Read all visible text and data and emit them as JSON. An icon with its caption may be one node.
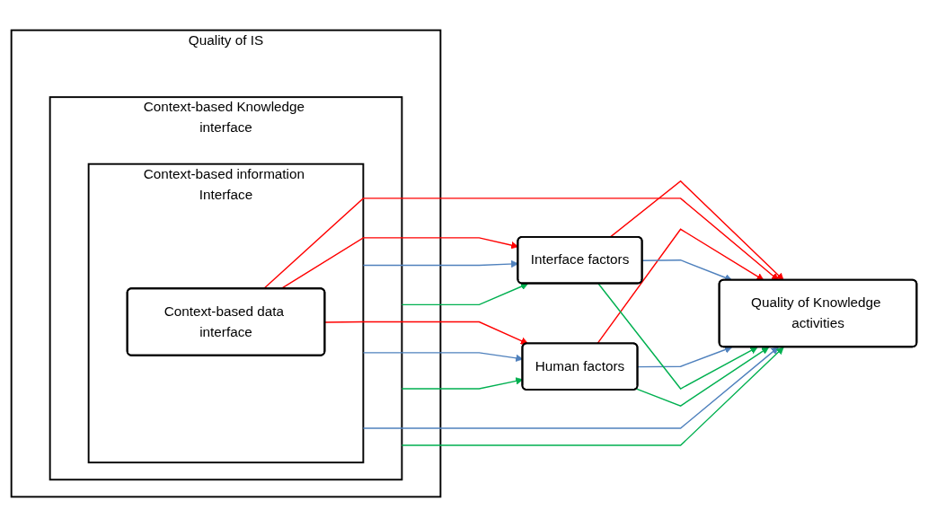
{
  "diagram": {
    "nodes": [
      {
        "text": [
          "Quality of IS"
        ]
      },
      {
        "text": [
          "Context-based Knowledge interface"
        ],
        "in": 0
      },
      {
        "text": [
          "Context-based information Interface"
        ],
        "in": 1
      },
      {
        "text": [
          "Context-based data interface"
        ],
        "in": 2
      },
      {
        "text": [
          "Interface factors"
        ]
      },
      {
        "text": [
          "Quality of Knowledge activities"
        ]
      },
      {
        "text": [
          "Human factors"
        ]
      }
    ],
    "edges": [
      {
        "from": 3,
        "to": 4,
        "arrow": "to",
        "color": "#ff0000"
      },
      {
        "from": 4,
        "to": 5,
        "arrow": "to",
        "color": "#ff0000"
      },
      {
        "from": 3,
        "to": 5,
        "arrow": "to",
        "color": "#ff0000"
      },
      {
        "from": 3,
        "to": 6,
        "arrow": "to",
        "color": "#ff0000"
      },
      {
        "from": 6,
        "to": 5,
        "arrow": "to",
        "color": "#ff0000"
      },
      {
        "from": 2,
        "to": 4,
        "arrow": "to",
        "color": "#4f81bd"
      },
      {
        "from": 2,
        "to": 5,
        "arrow": "to",
        "color": "#4f81bd"
      },
      {
        "from": 2,
        "to": 6,
        "arrow": "to",
        "color": "#4f81bd"
      },
      {
        "from": 4,
        "to": 5,
        "arrow": "to",
        "color": "#4f81bd"
      },
      {
        "from": 6,
        "to": 5,
        "arrow": "to",
        "color": "#4f81bd"
      },
      {
        "from": 1,
        "to": 4,
        "arrow": "to",
        "color": "#00b050"
      },
      {
        "from": 1,
        "to": 5,
        "arrow": "to",
        "color": "#00b050"
      },
      {
        "from": 1,
        "to": 6,
        "arrow": "to",
        "color": "#00b050"
      },
      {
        "from": 4,
        "to": 5,
        "arrow": "to",
        "color": "#00b050"
      },
      {
        "from": 6,
        "to": 5,
        "arrow": "to",
        "color": "#00b050"
      }
    ]
  }
}
